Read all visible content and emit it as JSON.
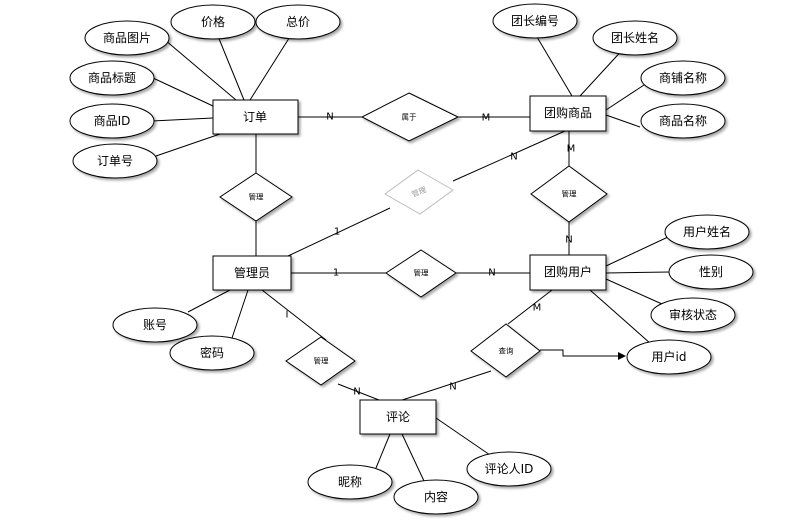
{
  "entities": {
    "order": "订单",
    "group_product": "团购商品",
    "admin": "管理员",
    "group_user": "团购用户",
    "comment": "评论"
  },
  "relationships": {
    "order_belongs": "属于",
    "order_manage": "管理",
    "admin_product_manage": "管理",
    "product_user_manage": "管理",
    "admin_user_manage": "管理",
    "admin_comment_manage": "管理",
    "user_query": "查询"
  },
  "attributes": {
    "order_image": "商品图片",
    "order_price": "价格",
    "order_total": "总价",
    "order_title": "商品标题",
    "order_product_id": "商品ID",
    "order_number": "订单号",
    "leader_id": "团长编号",
    "leader_name": "团长姓名",
    "shop_name": "商铺名称",
    "product_name": "商品名称",
    "user_name": "用户姓名",
    "gender": "性别",
    "review_status": "审核状态",
    "user_id": "用户id",
    "account": "账号",
    "password": "密码",
    "nickname": "昵称",
    "content": "内容",
    "commenter_id": "评论人ID"
  },
  "cardinalities": {
    "order_belongs_left": "N",
    "order_belongs_right": "M",
    "product_user_top": "M",
    "product_user_bottom": "N",
    "admin_product": "1",
    "admin_product_far": "N",
    "admin_user_left": "1",
    "admin_user_right": "N",
    "admin_comment_top": "I",
    "admin_comment_bottom": "N",
    "query_user": "M",
    "query_comment": "N"
  }
}
